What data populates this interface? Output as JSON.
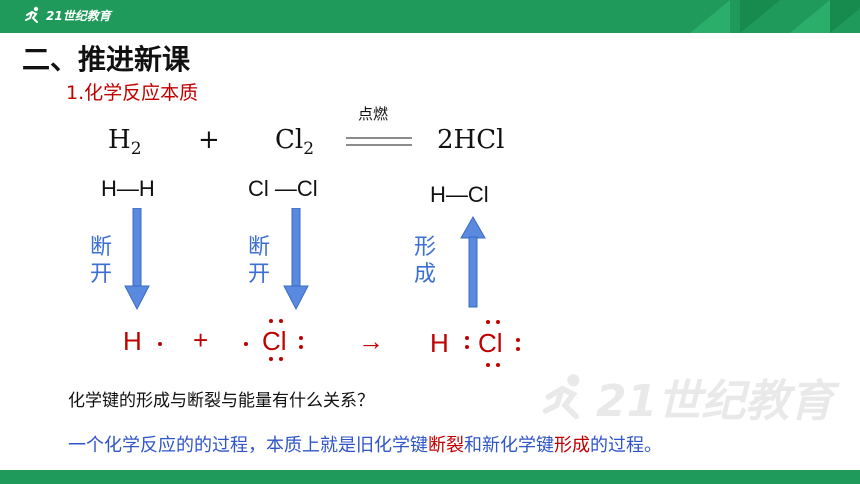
{
  "header": {
    "logo_text": "21世纪教育"
  },
  "slide": {
    "title": "二、推进新课",
    "subtitle": "1.化学反应本质"
  },
  "equation": {
    "reactant1": "H",
    "reactant1_sub": "2",
    "plus": "+",
    "reactant2": "Cl",
    "reactant2_sub": "2",
    "condition": "点燃",
    "product": "2HCl"
  },
  "bonds": {
    "h2": "H—H",
    "cl2": "Cl —Cl",
    "hcl": "H—Cl"
  },
  "labels": {
    "break1": "断开",
    "break2": "断开",
    "form": "形成"
  },
  "electron": {
    "h_atom": "H",
    "plus": "+",
    "cl_atom": "Cl",
    "arrow": "→",
    "product_h": "H",
    "product_cl": "Cl"
  },
  "question": "化学键的形成与断裂与能量有什么关系？",
  "summary": {
    "part1": "一个化学反应的的过程，本质上就是旧化学键",
    "break_word": "断裂",
    "part2": "和新化学键",
    "form_word": "形成",
    "part3": "的过程。"
  },
  "watermark": {
    "text": "21世纪教育"
  },
  "colors": {
    "accent": "#1f9a5a",
    "red": "#c00000",
    "blue": "#3b6fd4"
  }
}
